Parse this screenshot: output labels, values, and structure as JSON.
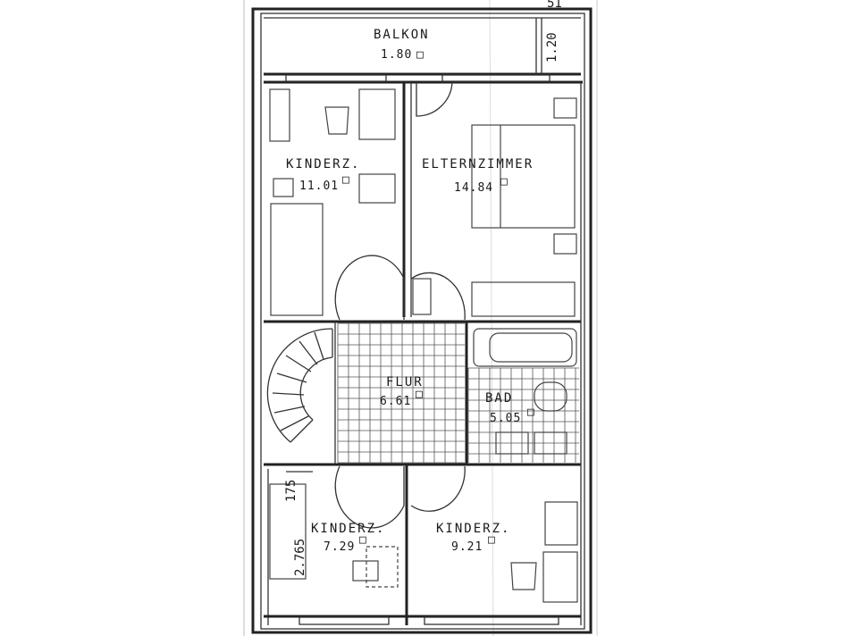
{
  "rooms": {
    "balkon": {
      "name": "BALKON",
      "area": "1.80"
    },
    "kinderz_top": {
      "name": "KINDERZ.",
      "area": "11.01"
    },
    "eltern": {
      "name": "ELTERNZIMMER",
      "area": "14.84"
    },
    "flur": {
      "name": "FLUR",
      "area": "6.61"
    },
    "bad": {
      "name": "BAD",
      "area": "5.05"
    },
    "kinderz_bl": {
      "name": "KINDERZ.",
      "area": "7.29"
    },
    "kinderz_br": {
      "name": "KINDERZ.",
      "area": "9.21"
    }
  },
  "dimensions": {
    "balkon_depth": "1.20",
    "kinderz_width": "2.765",
    "kinderz_offset": "175",
    "top_marker": "51"
  },
  "units": {
    "area_mark": "□"
  }
}
